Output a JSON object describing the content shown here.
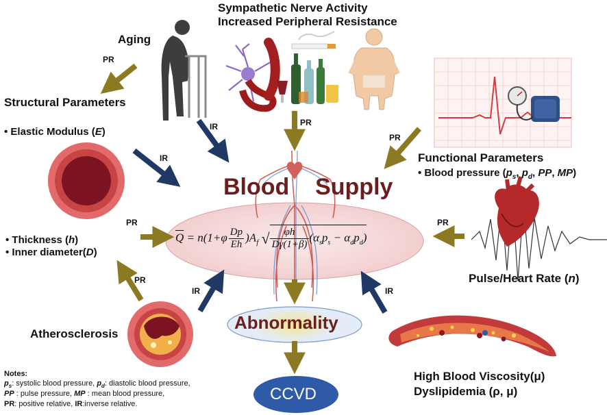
{
  "header": {
    "line1": "Sympathetic Nerve Activity",
    "line2": "Increased Peripheral Resistance"
  },
  "factors": {
    "aging": "Aging",
    "structural": "Structural Parameters",
    "elastic": "• Elastic Modulus (E)",
    "functional": "Functional Parameters",
    "bp": "• Blood pressure (ps, pd, PP, MP)",
    "thickness": "• Thickness (h)",
    "inner": "• Inner diameter(D)",
    "pulse": "Pulse/Heart Rate (n)",
    "athero": "Atherosclerosis",
    "viscosity": "High Blood Viscosity(μ)",
    "dyslipidemia": "Dyslipidemia (ρ, μ)"
  },
  "center": {
    "title": "Blood    Supply",
    "equation": "Q̄ = n(1+φ Dp/Eh) A_f √( φh / (Dγ(1+β)) (α_s p_s − α_d p_d) )",
    "abnormality": "Abnormality",
    "ccvd": "CCVD"
  },
  "arrow_labels": {
    "pr": "PR",
    "ir": "IR"
  },
  "notes": {
    "title": "Notes:",
    "line1": "ps: systolic blood pressure, pd: diastolic blood pressure,",
    "line2": "PP: pulse pressure, MP: mean blood pressure,",
    "line3": "PR: positive relative, IR:inverse relative."
  },
  "colors": {
    "positive_arrow": "#8b7a22",
    "inverse_arrow": "#1f3864",
    "title_text": "#6b1e1e",
    "ellipse_fill": "#f6dada",
    "ccvd_fill": "#2f5aa8"
  },
  "icons": [
    "elderly-person-icon",
    "neuron-icon",
    "cigarette-icon",
    "alcohol-bottles-icon",
    "obese-person-icon",
    "ecg-monitor-icon",
    "heart-icon",
    "artery-cross-section-icon",
    "plaque-artery-icon",
    "blood-vessel-icon",
    "circulatory-system-icon"
  ]
}
